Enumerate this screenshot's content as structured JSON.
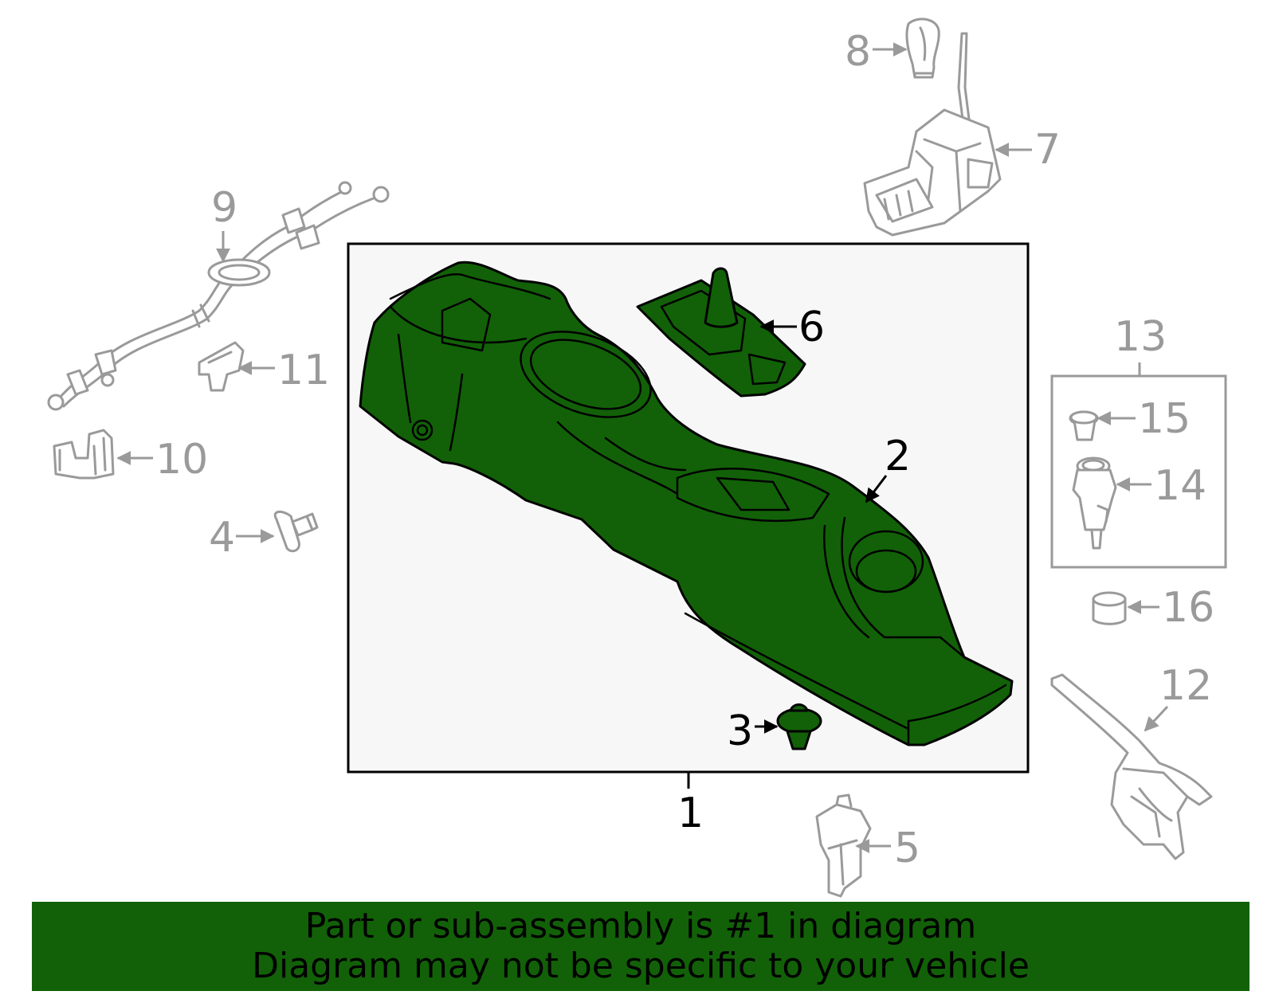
{
  "callouts": {
    "c1": "1",
    "c2": "2",
    "c3": "3",
    "c4": "4",
    "c5": "5",
    "c6": "6",
    "c7": "7",
    "c8": "8",
    "c9": "9",
    "c10": "10",
    "c11": "11",
    "c12": "12",
    "c13": "13",
    "c14": "14",
    "c15": "15",
    "c16": "16"
  },
  "banner": {
    "line1": "Part or sub-assembly is #1 in diagram",
    "line2": "Diagram may not be specific to your vehicle"
  },
  "colors": {
    "highlight": "#126108",
    "other_parts": "#9a9a9a",
    "assembly_box_fill": "#f7f7f7"
  }
}
